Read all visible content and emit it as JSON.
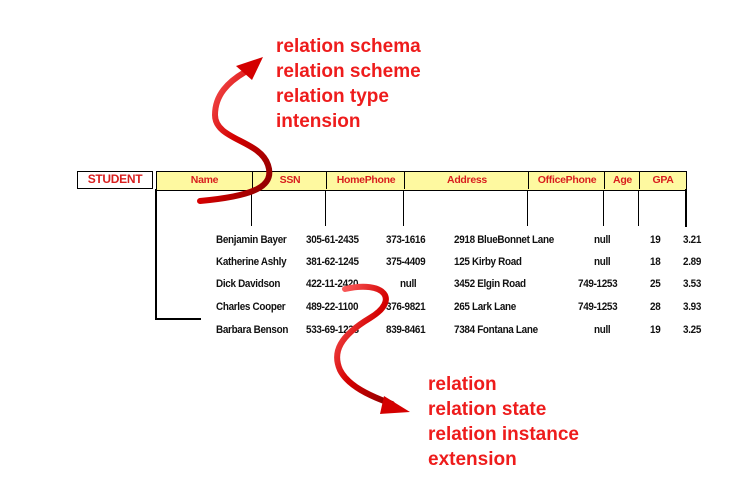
{
  "schema_terms": [
    "relation schema",
    "relation scheme",
    "relation type",
    "intension"
  ],
  "state_terms": [
    "relation",
    "relation state",
    "relation instance",
    "extension"
  ],
  "relation_name": "STUDENT",
  "columns": [
    "Name",
    "SSN",
    "HomePhone",
    "Address",
    "OfficePhone",
    "Age",
    "GPA"
  ],
  "rows": [
    [
      "Benjamin Bayer",
      "305-61-2435",
      "373-1616",
      "2918 BlueBonnet Lane",
      "null",
      "19",
      "3.21"
    ],
    [
      "Katherine Ashly",
      "381-62-1245",
      "375-4409",
      "125 Kirby Road",
      "null",
      "18",
      "2.89"
    ],
    [
      "Dick Davidson",
      "422-11-2420",
      "null",
      "3452 Elgin Road",
      "749-1253",
      "25",
      "3.53"
    ],
    [
      "Charles Cooper",
      "489-22-1100",
      "376-9821",
      "265 Lark Lane",
      "749-1253",
      "28",
      "3.93"
    ],
    [
      "Barbara Benson",
      "533-69-1238",
      "839-8461",
      "7384 Fontana Lane",
      "null",
      "19",
      "3.25"
    ]
  ],
  "colors": {
    "term_red": "#ee1c1c",
    "header_fill": "#fef9a0",
    "header_text": "#d81e1e"
  }
}
